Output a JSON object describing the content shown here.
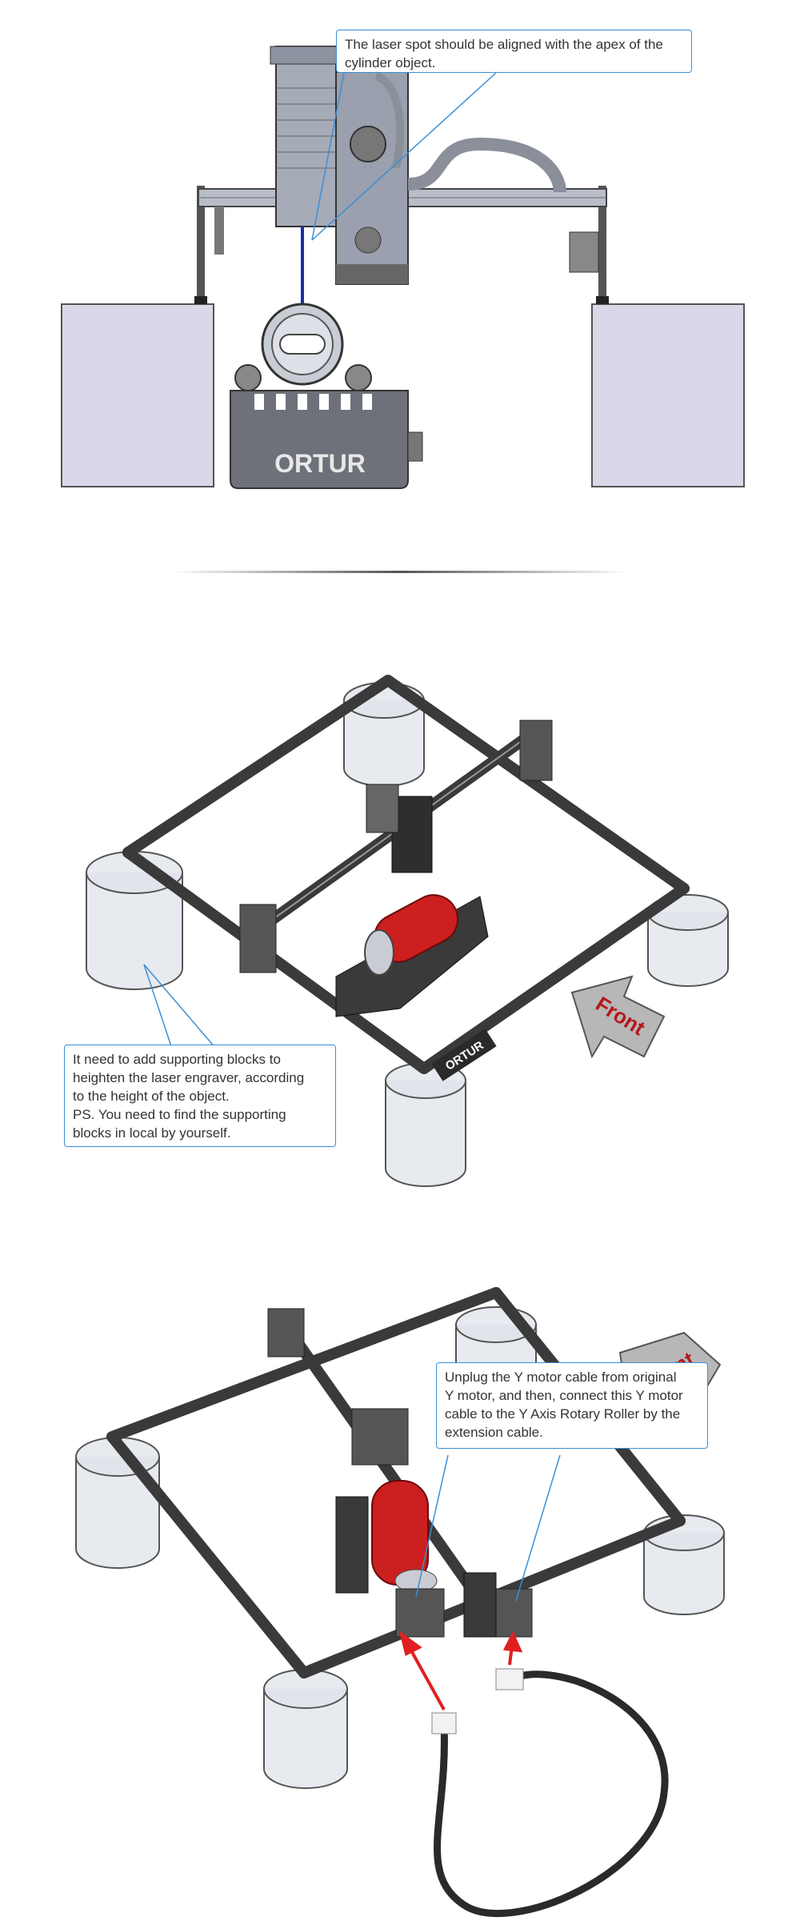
{
  "colors": {
    "callout_border": "#3a8fd6",
    "frame": "#4a4a4a",
    "roller_red": "#cc1f1f",
    "block": "#d8d8e8",
    "arrow_red": "#e02020"
  },
  "panel1": {
    "callout": "The laser spot should be aligned with the apex of the cylinder object.",
    "brand": "ORTUR"
  },
  "panel2": {
    "callout_lines": [
      "It need to add supporting blocks to",
      "heighten the laser engraver, according",
      "to the height of the object.",
      "PS. You need to find the supporting",
      "blocks in local by yourself."
    ],
    "front_label": "Front",
    "brand": "ORTUR"
  },
  "panel3": {
    "callout_lines": [
      "Unplug the Y motor cable from original",
      "Y motor, and then, connect this Y motor",
      "cable to the Y Axis Rotary Roller by the",
      "extension cable."
    ],
    "front_label": "Front"
  }
}
